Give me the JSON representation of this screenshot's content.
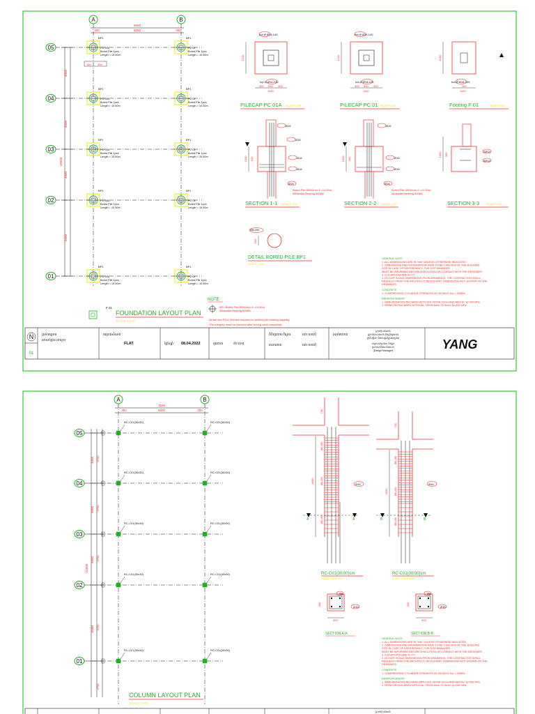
{
  "sheet1": {
    "grid_cols": [
      "A",
      "B"
    ],
    "grid_rows": [
      "05",
      "04",
      "03",
      "02",
      "01"
    ],
    "dim_total": "6650",
    "dim_cols": [
      "300",
      "6050",
      "300"
    ],
    "dim_rows": [
      "4000",
      "4000",
      "4000",
      "6000"
    ],
    "dim_overall": "18000",
    "dim_small": [
      "150",
      "300"
    ],
    "pile_tag": "BP1",
    "pilecap_a": [
      "PC 01A",
      "Bored Pile 1pcs",
      "Length = 10.50m"
    ],
    "pilecap_b": [
      "PC 01",
      "Bored Pile 1pcs",
      "Length = 10.50m"
    ],
    "plan_title": "FOUNDATION LAYOUT PLAN",
    "plan_scale": "SCALE 1/100",
    "legend_f01": "F 01",
    "note_title": "NOTE :",
    "note_pile": [
      "BP1 Bored Pile Ø500mm /L=10.50m,",
      "Allowable Bearing 800kN"
    ],
    "note_lines": [
      "- At last two PDA, test are required to verified pile bearing capacity.",
      "- Pile Integrity must be checked after boring work completed."
    ],
    "pilecap_pc01a": {
      "title": "PILECAP PC 01A",
      "scale": "SCALE 1/20",
      "top_bar": "bot Ø Ø14-140",
      "bot_bar": "top Ø Ø14-140",
      "dims": [
        "300",
        "500",
        "300"
      ],
      "total": "1100",
      "height": "1100"
    },
    "pilecap_pc01": {
      "title": "PILECAP PC 01",
      "scale": "SCALE 1/20",
      "top_bar": "bot Ø Ø14-140",
      "bot_bar": "bot Ø Ø14-125",
      "dims": [
        "300",
        "500",
        "300"
      ],
      "total": "1100",
      "height": "1100"
    },
    "footing_f01": {
      "title": "Footing F 01",
      "scale": "SCALE 1/20",
      "bot_bar": "bot Ø Ø14-125",
      "dims": [
        "300"
      ],
      "total": "1100",
      "height": "1100"
    },
    "section_1": {
      "title": "SECTION 1-1",
      "scale": "SCALE 1/20",
      "bars": [
        "Ø16",
        "Ø16",
        "Ø16",
        "Ø16",
        "Ø16"
      ],
      "pile_note": [
        "Bored Pile Ø500mm /L=10.50m,",
        "Allowable Bearing 800kN"
      ],
      "dims": [
        "1000",
        "500"
      ]
    },
    "section_2": {
      "title": "SECTION 2-2",
      "scale": "SCALE 1/20",
      "bars": [
        "Ø16",
        "Ø16",
        "Ø16",
        "Ø16"
      ],
      "pile_note": [
        "Bored Pile Ø500mm /L=10.50m,",
        "Allowable Bearing 800kN"
      ],
      "dims": [
        "1000",
        "500"
      ]
    },
    "section_3": {
      "title": "SECTION 3-3",
      "scale": "SCALE 1/20",
      "bars": [
        "2Ø14",
        "4Ø14"
      ],
      "dims": [
        "1000",
        "300"
      ]
    },
    "bored_pile": {
      "title": "DETAIL BORED PILE BP1",
      "scale": "SCALE 1/20",
      "bar": "Ø8-200",
      "dim": "500"
    },
    "general_note": {
      "title": "GENERAL NOTE",
      "lines": [
        "1. ALL DIMENSIONS ARE IN \"mm\" UNLESS OTHERWISE INDICATED.",
        "2. DIMENSIONS AND INFORMATION HAVE TO BE CHECKED AT THE BUILDING",
        "SITE IN CASE OF DISCREPANCY, THE SITE MANAGER",
        "MUST BE INFORMED BEFORE EXECUTION OR CONSULT WITH THE DESIGNER.",
        "3. ELEVATIONS ARE IN \"m\".",
        "4. DO NOT SCALE DIMENSIONS FROM DRAWINGS. THE CONTRACTOR SHALL",
        "REQUEST FROM THE ARCHITECT, NECESSARY DIMENSIONS NOT SHOWN ON THE",
        "DRAWINGS."
      ],
      "concrete_title": "CONCRETE",
      "concrete_lines": [
        "1. COMPRESSIVE CYLINDER STRENGTH AT 28 DAYS: fcu = 20MPa"
      ],
      "reinf_title": "REINFORCEMENT",
      "reinf_lines": [
        "1. MAIN REINFORCING BARS WITH DIA. FROM 10mm AND ABOVE: fy=390 MPa",
        "2. REINFORCING BARS WITH DIA. FROM 6mm TO 8mm: fy=235 MPa"
      ]
    },
    "title_block": {
      "north": "N",
      "sheet_no": "01",
      "owner_label": "ម្ចាស់គម្រោង",
      "owner_value": "ដោយប៉ុន្មាន អាយូកា",
      "project_label": "គម្រោងសំណង់ :",
      "project_value": "FLAT",
      "date_label": "ថ្ងៃខែឆ្នាំ :",
      "date_value": "08.04.2022",
      "drawn_label": "គូរដោយ",
      "drawn_value": "ទ័ព ហេង",
      "check_label": "ពិនិត្យដោយ វិស្វករ",
      "check_value": "យ៉ោ ហេងមុំ",
      "design_label": "រចនាដោយ",
      "design_value": "យ៉ោ ហេងមុំ",
      "approve_label": "អនុម័តដោយ",
      "stamp_lines": [
        "ក្រុមហ៊ុនសំណង់",
        "ក្រុមហ៊ុនសាងសង់ និងប្រឹក្សាអគារ",
        "ប្រតិបត្តិការ និងការគ្រប់គ្រងគម្រោង",
        "ហត្ថលេខាប្រធាន និងត្រា",
        "ប្រធានការិយាល័យរចនា",
        "(Design Manager)"
      ],
      "logo": "YANG"
    }
  },
  "sheet2": {
    "grid_cols": [
      "A",
      "B"
    ],
    "grid_rows": [
      "05",
      "04",
      "03",
      "02",
      "01"
    ],
    "dim_total": "7100",
    "dim_cols": [
      "300",
      "6500",
      "300"
    ],
    "dim_rows": [
      "4000",
      "4000",
      "4000",
      "6000"
    ],
    "dim_sub": [
      "3700",
      "3700",
      "3700",
      "5700",
      "2700"
    ],
    "dim_overall": "21000",
    "col_tag": "RC-C01(30x30)",
    "plan_title": "COLUMN LAYOUT PLAN",
    "plan_scale": "SCALE 1/100",
    "col_a": {
      "title": "RC-C01(30/30)cm",
      "scale": "SCALE 1/30 & 1/20",
      "bar": "Ø16",
      "dims": [
        "4000",
        "700"
      ],
      "stirrups": [
        "Ø6-150",
        "Ø6-200",
        "Ø6-150"
      ],
      "cut": "A"
    },
    "col_b": {
      "title": "RC-C01(30/30)cm",
      "scale": "SCALE 1/30 & 1/20",
      "bar": "Ø16",
      "dims": [
        "4000",
        "700"
      ],
      "stirrups": [
        "Ø6-150",
        "Ø6-200",
        "Ø6-150"
      ],
      "cut": "B"
    },
    "sec_a": {
      "title": "SECTION A-A",
      "bars": [
        "Ø6",
        "Ø16"
      ],
      "dims": [
        "300",
        "300"
      ]
    },
    "sec_b": {
      "title": "SECTION B-B",
      "bars": [
        "Ø6",
        "Ø16"
      ],
      "dims": [
        "300",
        "300"
      ]
    },
    "general_note": {
      "title": "GENERAL NOTE",
      "lines": [
        "1. ALL DIMENSIONS ARE IN \"mm\" UNLESS OTHERWISE INDICATED.",
        "2. DIMENSIONS AND INFORMATION HAVE TO BE CHECKED AT THE BUILDING",
        "SITE IN CASE OF DISCREPANCY, THE SITE MANAGER",
        "MUST BE INFORMED BEFORE EXECUTION OR CONSULT WITH THE DESIGNER.",
        "3. ELEVATIONS ARE IN \"m\".",
        "4. DO NOT SCALE DIMENSIONS FROM DRAWINGS. THE CONTRACTOR SHALL",
        "REQUEST FROM THE ARCHITECT, NECESSARY DIMENSIONS NOT SHOWN ON THE",
        "DRAWINGS."
      ],
      "concrete_title": "CONCRETE",
      "concrete_lines": [
        "1. COMPRESSIVE CYLINDER STRENGTH AT 28 DAYS: fcu = 20MPa"
      ],
      "reinf_title": "REINFORCEMENT",
      "reinf_lines": [
        "1. MAIN REINFORCING BARS WITH DIA. FROM 10mm AND ABOVE: fy=390 MPa",
        "2. REINFORCING BARS WITH DIA. FROM 6mm TO 8mm: fy=235 MPa"
      ]
    },
    "title_block_stamp": "ក្រុមហ៊ុនសំណង់"
  },
  "colors": {
    "frame": "#2ecc2e",
    "red": "#ff2a2a",
    "green": "#22b022",
    "yellow": "#e8e800",
    "black": "#111111"
  }
}
